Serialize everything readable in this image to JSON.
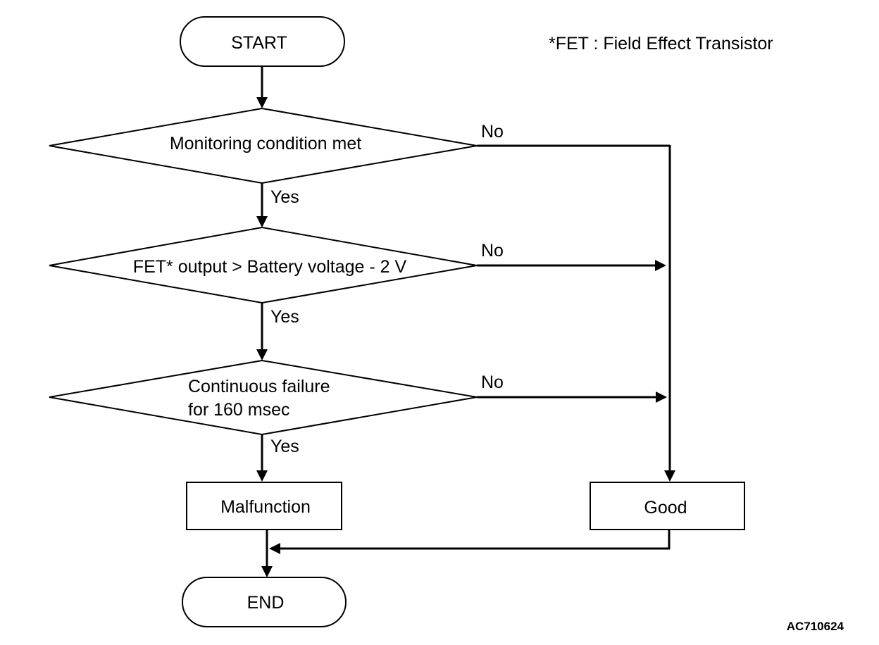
{
  "note": "*FET : Field Effect Transistor",
  "figure_id": "AC710624",
  "nodes": {
    "start": "START",
    "decision_monitoring": "Monitoring condition met",
    "decision_fet": "FET* output > Battery voltage - 2 V",
    "decision_continuous": [
      "Continuous failure",
      "for 160 msec"
    ],
    "malfunction": "Malfunction",
    "good": "Good",
    "end": "END"
  },
  "edge_labels": {
    "yes": "Yes",
    "no": "No"
  }
}
